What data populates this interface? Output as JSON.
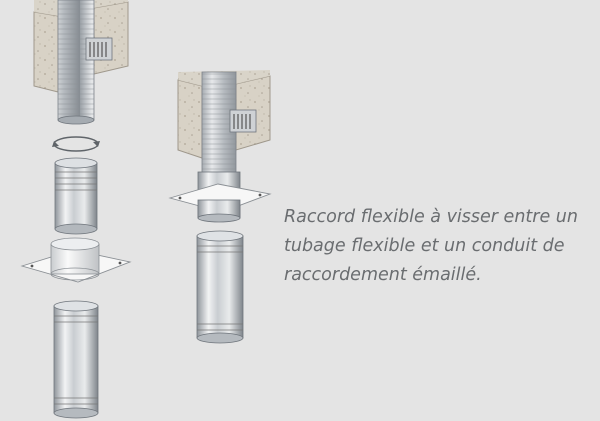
{
  "caption": {
    "lines": [
      "Raccord flexible à visser entre un",
      "tubage flexible et un conduit de",
      "raccordement émaillé."
    ]
  },
  "colors": {
    "background": "#e4e4e4",
    "wall": "#d8d2c6",
    "metal_light": "#f2f3f4",
    "metal_dark": "#8f959b",
    "text": "#6a6d70"
  }
}
